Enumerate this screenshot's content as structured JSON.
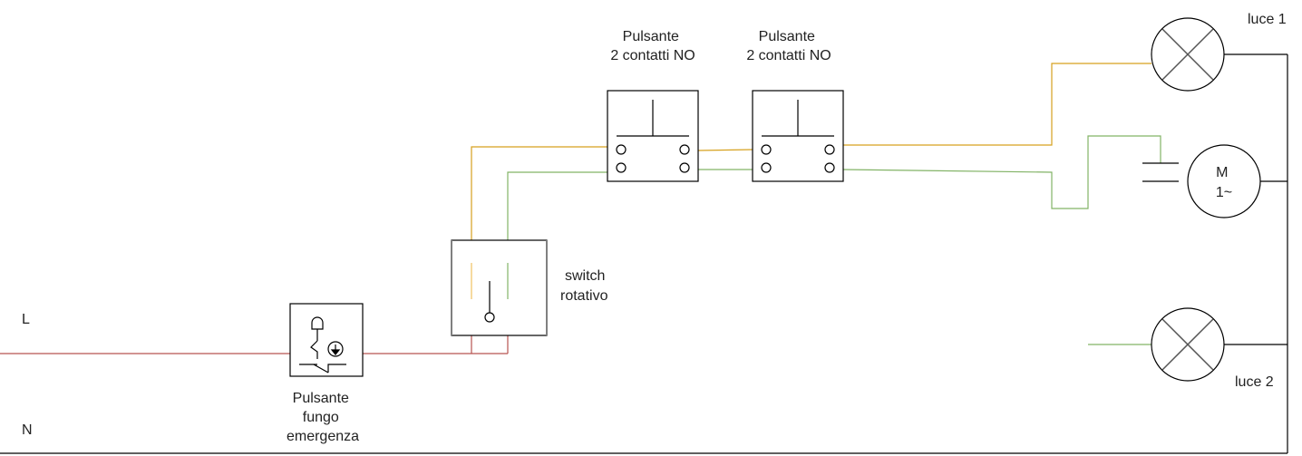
{
  "diagram": {
    "colors": {
      "line_phase": "#b85450",
      "line_yellow": "#d6a11e",
      "line_green": "#82b366",
      "line_black": "#000000",
      "switch_frame": "#808080"
    },
    "labels": {
      "phase": "L",
      "neutral": "N",
      "emergency_button": [
        "Pulsante",
        "fungo",
        "emergenza"
      ],
      "rotary_switch": [
        "switch",
        "rotativo"
      ],
      "pushbutton_1": [
        "Pulsante",
        "2 contatti NO"
      ],
      "pushbutton_2": [
        "Pulsante",
        "2 contatti NO"
      ],
      "light_1": "luce 1",
      "light_2": "luce 2",
      "motor": [
        "M",
        "1~"
      ]
    }
  }
}
